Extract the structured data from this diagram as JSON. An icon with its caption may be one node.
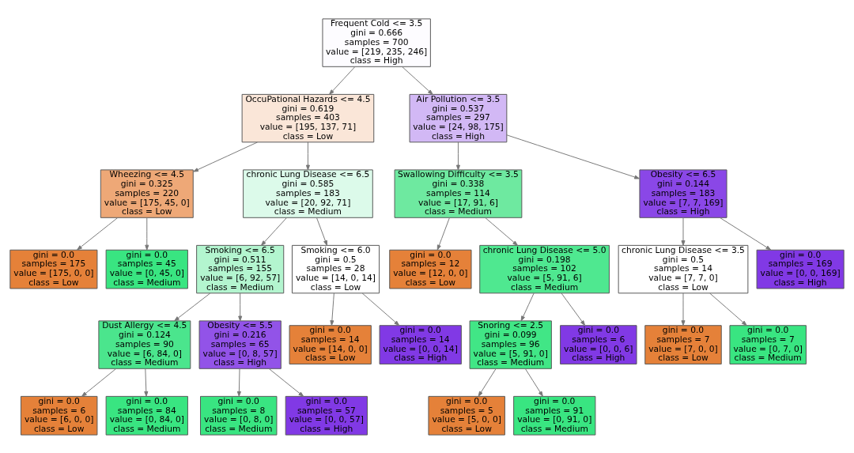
{
  "diagram": {
    "nodes": [
      {
        "text": [
          "Frequent Cold <= 3.5",
          "gini = 0.666",
          "samples = 700",
          "value = [219, 235, 246]",
          "class = High"
        ]
      },
      {
        "text": [
          "OccuPational Hazards <= 4.5",
          "gini = 0.619",
          "samples = 403",
          "value = [195, 137, 71]",
          "class = Low"
        ]
      },
      {
        "text": [
          "Wheezing <= 4.5",
          "gini = 0.325",
          "samples = 220",
          "value = [175, 45, 0]",
          "class = Low"
        ]
      },
      {
        "text": [
          "gini = 0.0",
          "samples = 175",
          "value = [175, 0, 0]",
          "class = Low"
        ]
      },
      {
        "text": [
          "gini = 0.0",
          "samples = 45",
          "value = [0, 45, 0]",
          "class = Medium"
        ]
      },
      {
        "text": [
          "chronic Lung Disease <= 6.5",
          "gini = 0.585",
          "samples = 183",
          "value = [20, 92, 71]",
          "class = Medium"
        ]
      },
      {
        "text": [
          "Smoking <= 6.5",
          "gini = 0.511",
          "samples = 155",
          "value = [6, 92, 57]",
          "class = Medium"
        ]
      },
      {
        "text": [
          "Dust Allergy <= 4.5",
          "gini = 0.124",
          "samples = 90",
          "value = [6, 84, 0]",
          "class = Medium"
        ]
      },
      {
        "text": [
          "gini = 0.0",
          "samples = 6",
          "value = [6, 0, 0]",
          "class = Low"
        ]
      },
      {
        "text": [
          "gini = 0.0",
          "samples = 84",
          "value = [0, 84, 0]",
          "class = Medium"
        ]
      },
      {
        "text": [
          "Obesity <= 5.5",
          "gini = 0.216",
          "samples = 65",
          "value = [0, 8, 57]",
          "class = High"
        ]
      },
      {
        "text": [
          "gini = 0.0",
          "samples = 8",
          "value = [0, 8, 0]",
          "class = Medium"
        ]
      },
      {
        "text": [
          "gini = 0.0",
          "samples = 57",
          "value = [0, 0, 57]",
          "class = High"
        ]
      },
      {
        "text": [
          "Smoking <= 6.0",
          "gini = 0.5",
          "samples = 28",
          "value = [14, 0, 14]",
          "class = Low"
        ]
      },
      {
        "text": [
          "gini = 0.0",
          "samples = 14",
          "value = [14, 0, 0]",
          "class = Low"
        ]
      },
      {
        "text": [
          "gini = 0.0",
          "samples = 14",
          "value = [0, 0, 14]",
          "class = High"
        ]
      },
      {
        "text": [
          "Air Pollution <= 3.5",
          "gini = 0.537",
          "samples = 297",
          "value = [24, 98, 175]",
          "class = High"
        ]
      },
      {
        "text": [
          "Swallowing Difficulty <= 3.5",
          "gini = 0.338",
          "samples = 114",
          "value = [17, 91, 6]",
          "class = Medium"
        ]
      },
      {
        "text": [
          "gini = 0.0",
          "samples = 12",
          "value = [12, 0, 0]",
          "class = Low"
        ]
      },
      {
        "text": [
          "chronic Lung Disease <= 5.0",
          "gini = 0.198",
          "samples = 102",
          "value = [5, 91, 6]",
          "class = Medium"
        ]
      },
      {
        "text": [
          "Snoring <= 2.5",
          "gini = 0.099",
          "samples = 96",
          "value = [5, 91, 0]",
          "class = Medium"
        ]
      },
      {
        "text": [
          "gini = 0.0",
          "samples = 5",
          "value = [5, 0, 0]",
          "class = Low"
        ]
      },
      {
        "text": [
          "gini = 0.0",
          "samples = 91",
          "value = [0, 91, 0]",
          "class = Medium"
        ]
      },
      {
        "text": [
          "gini = 0.0",
          "samples = 6",
          "value = [0, 0, 6]",
          "class = High"
        ]
      },
      {
        "text": [
          "Obesity <= 6.5",
          "gini = 0.144",
          "samples = 183",
          "value = [7, 7, 169]",
          "class = High"
        ]
      },
      {
        "text": [
          "chronic Lung Disease <= 3.5",
          "gini = 0.5",
          "samples = 14",
          "value = [7, 7, 0]",
          "class = Low"
        ]
      },
      {
        "text": [
          "gini = 0.0",
          "samples = 7",
          "value = [7, 0, 0]",
          "class = Low"
        ]
      },
      {
        "text": [
          "gini = 0.0",
          "samples = 7",
          "value = [0, 7, 0]",
          "class = Medium"
        ]
      },
      {
        "text": [
          "gini = 0.0",
          "samples = 169",
          "value = [0, 0, 169]",
          "class = High"
        ]
      }
    ],
    "edges": [
      {
        "from": 0,
        "to": 1,
        "arrow": "to"
      },
      {
        "from": 1,
        "to": 2,
        "arrow": "to"
      },
      {
        "from": 2,
        "to": 3,
        "arrow": "to"
      },
      {
        "from": 2,
        "to": 4,
        "arrow": "to"
      },
      {
        "from": 1,
        "to": 5,
        "arrow": "to"
      },
      {
        "from": 5,
        "to": 6,
        "arrow": "to"
      },
      {
        "from": 6,
        "to": 7,
        "arrow": "to"
      },
      {
        "from": 7,
        "to": 8,
        "arrow": "to"
      },
      {
        "from": 7,
        "to": 9,
        "arrow": "to"
      },
      {
        "from": 6,
        "to": 10,
        "arrow": "to"
      },
      {
        "from": 10,
        "to": 11,
        "arrow": "to"
      },
      {
        "from": 10,
        "to": 12,
        "arrow": "to"
      },
      {
        "from": 5,
        "to": 13,
        "arrow": "to"
      },
      {
        "from": 13,
        "to": 14,
        "arrow": "to"
      },
      {
        "from": 13,
        "to": 15,
        "arrow": "to"
      },
      {
        "from": 0,
        "to": 16,
        "arrow": "to"
      },
      {
        "from": 16,
        "to": 17,
        "arrow": "to"
      },
      {
        "from": 17,
        "to": 18,
        "arrow": "to"
      },
      {
        "from": 17,
        "to": 19,
        "arrow": "to"
      },
      {
        "from": 19,
        "to": 20,
        "arrow": "to"
      },
      {
        "from": 20,
        "to": 21,
        "arrow": "to"
      },
      {
        "from": 20,
        "to": 22,
        "arrow": "to"
      },
      {
        "from": 19,
        "to": 23,
        "arrow": "to"
      },
      {
        "from": 16,
        "to": 24,
        "arrow": "to"
      },
      {
        "from": 24,
        "to": 25,
        "arrow": "to"
      },
      {
        "from": 25,
        "to": 26,
        "arrow": "to"
      },
      {
        "from": 25,
        "to": 27,
        "arrow": "to"
      },
      {
        "from": 24,
        "to": 28,
        "arrow": "to"
      }
    ]
  }
}
